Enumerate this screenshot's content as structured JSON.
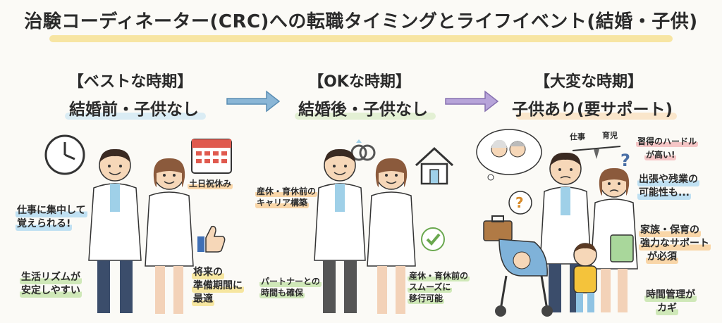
{
  "title": "治験コーディネーター(CRC)への転職タイミングとライフイベント(結婚・子供)",
  "stages": [
    {
      "label": "【ベストな時期】",
      "sub": "結婚前・子供なし",
      "highlight": "#bfe0f2",
      "notes": [
        "仕事に集中して",
        "覚えられる!",
        "生活リズムが",
        "安定しやすい",
        "土日祝休み",
        "将来の",
        "準備期間に",
        "最適"
      ]
    },
    {
      "label": "【OKな時期】",
      "sub": "結婚後・子供なし",
      "highlight": "#cfe8b8",
      "notes": [
        "産休・育休前の",
        "キャリア構築",
        "パートナーとの",
        "時間も確保",
        "産休・育休前の",
        "スムーズに",
        "移行可能"
      ]
    },
    {
      "label": "【大変な時期】",
      "sub": "子供あり(要サポート)",
      "highlight": "#f9d6a8",
      "notes": [
        "習得のハードル",
        "が高い!",
        "出張や残業の",
        "可能性も...",
        "家族・保育の",
        "強力なサポート",
        "が必須",
        "時間管理が",
        "カギ"
      ]
    }
  ],
  "scale_labels": {
    "left": "仕事",
    "right": "育児"
  },
  "icons": [
    "clock-icon",
    "calendar-icon",
    "thumbs-up-icon",
    "rings-icon",
    "house-icon",
    "check-icon",
    "grandparents-thought-icon",
    "scale-icon",
    "question-icon",
    "suitcase-icon",
    "stroller-icon",
    "clipboard-icon"
  ],
  "colors": {
    "arrow": "#8ab6d6",
    "arrow2": "#b7a4d9",
    "title_highlight": "#f4d35e"
  }
}
